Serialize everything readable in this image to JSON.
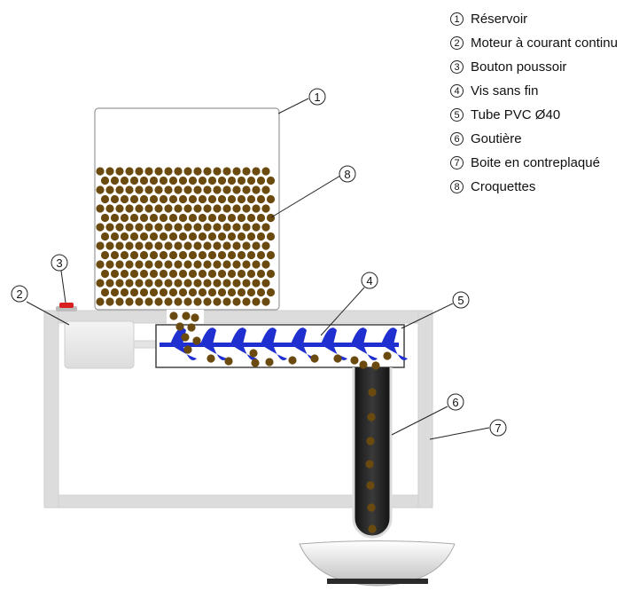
{
  "legend": [
    {
      "num": "1",
      "label": "Réservoir"
    },
    {
      "num": "2",
      "label": "Moteur à courant continu"
    },
    {
      "num": "3",
      "label": "Bouton poussoir"
    },
    {
      "num": "4",
      "label": "Vis sans fin"
    },
    {
      "num": "5",
      "label": "Tube PVC Ø40"
    },
    {
      "num": "6",
      "label": "Goutière"
    },
    {
      "num": "7",
      "label": "Boite en contreplaqué"
    },
    {
      "num": "8",
      "label": "Croquettes"
    }
  ],
  "callouts": [
    "1",
    "2",
    "3",
    "4",
    "5",
    "6",
    "7",
    "8"
  ],
  "colors": {
    "kibble": "#6b4a10",
    "screw": "#1f2fd0",
    "frame": "#dcdcdc",
    "gutter": "#262626",
    "button": "#d92020"
  }
}
